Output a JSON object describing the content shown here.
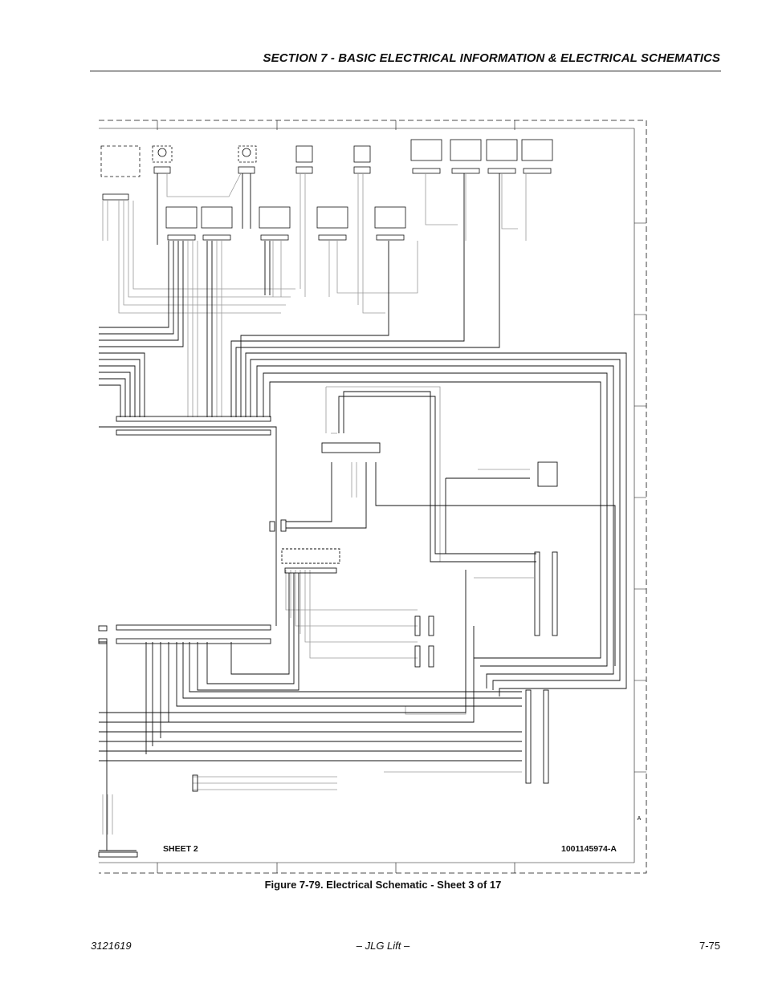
{
  "header": {
    "section_title": "SECTION 7 - BASIC ELECTRICAL INFORMATION & ELECTRICAL SCHEMATICS"
  },
  "schematic": {
    "sheet_reference": "SHEET 2",
    "drawing_number": "1001145974-A",
    "border_letter": "A"
  },
  "caption": "Figure 7-79.  Electrical Schematic - Sheet 3 of 17",
  "footer": {
    "doc_number": "3121619",
    "center": "– JLG Lift –",
    "page_number": "7-75"
  },
  "colors": {
    "ink": "#111111",
    "wire_gray": "#9a9a9a"
  }
}
